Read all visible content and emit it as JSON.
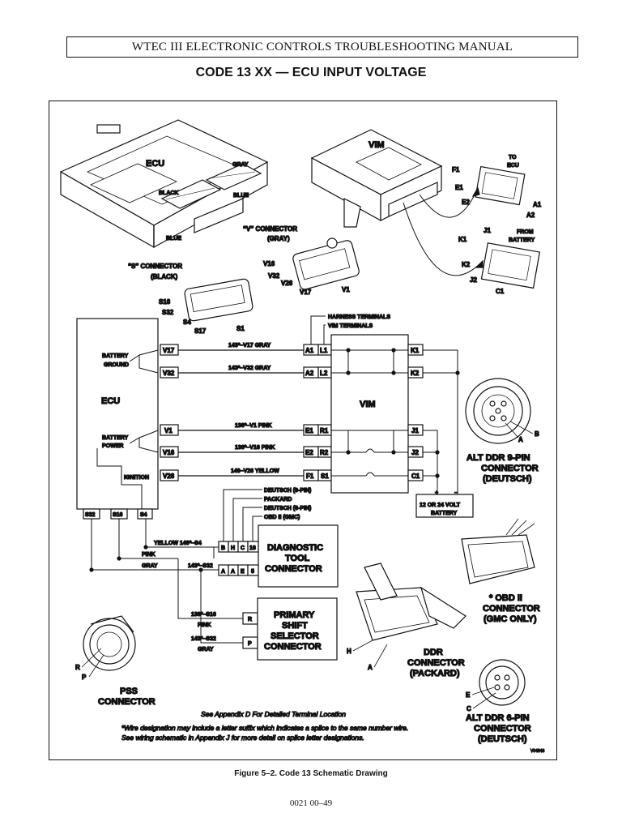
{
  "header": {
    "manual_title": "WTEC III ELECTRONIC CONTROLS TROUBLESHOOTING MANUAL",
    "code_title": "CODE 13 XX — ECU INPUT VOLTAGE"
  },
  "components": {
    "ecu": "ECU",
    "ecu_black": "BLACK",
    "ecu_gray": "GRAY",
    "ecu_blue": "BLUE",
    "ecu_blue2": "BLUE",
    "vim": "VIM",
    "v_connector_l1": "“V” CONNECTOR",
    "v_connector_l2": "(GRAY)",
    "s_connector_l1": "“S” CONNECTOR",
    "s_connector_l2": "(BLACK)",
    "to_ecu_l1": "TO",
    "to_ecu_l2": "ECU",
    "from_battery_l1": "FROM",
    "from_battery_l2": "BATTERY",
    "harness_terminals": "HARNESS TERMINALS",
    "vim_terminals": "VIM TERMINALS",
    "battery_ground_l1": "BATTERY",
    "battery_ground_l2": "GROUND",
    "battery_power_l1": "BATTERY",
    "battery_power_l2": "POWER",
    "ignition": "IGNITION",
    "battery_l1": "12 OR 24 VOLT",
    "battery_l2": "BATTERY",
    "plus": "+",
    "minus": "−",
    "diag_l1": "DIAGNOSTIC",
    "diag_l2": "TOOL",
    "diag_l3": "CONNECTOR",
    "pss_l1": "PRIMARY",
    "pss_l2": "SHIFT",
    "pss_l3": "SELECTOR",
    "pss_l4": "CONNECTOR",
    "pss_conn_l1": "PSS",
    "pss_conn_l2": "CONNECTOR",
    "alt9_l1": "ALT DDR 9-PIN",
    "alt9_l2": "CONNECTOR",
    "alt9_l3": "(DEUTSCH)",
    "obd_l1": "* OBD II",
    "obd_l2": "CONNECTOR",
    "obd_l3": "(GMC ONLY)",
    "ddr_l1": "DDR",
    "ddr_l2": "CONNECTOR",
    "ddr_l3": "(PACKARD)",
    "alt6_l1": "ALT DDR 6-PIN",
    "alt6_l2": "CONNECTOR",
    "alt6_l3": "(DEUTSCH)",
    "deutsch9": "DEUTSCH (9-PIN)",
    "packard": "PACKARD",
    "deutsch6": "DEUTSCH (6-PIN)",
    "obd_gmc": "OBD II (GMC)"
  },
  "pins": {
    "f1": "F1",
    "e1": "E1",
    "e2": "E2",
    "a1": "A1",
    "a2": "A2",
    "j1": "J1",
    "k1": "K1",
    "k2": "K2",
    "j2": "J2",
    "c1": "C1",
    "v16": "V16",
    "v32": "V32",
    "v26": "V26",
    "v17": "V17",
    "v1": "V1",
    "s16": "S16",
    "s32": "S32",
    "s4": "S4",
    "s17": "S17",
    "s1": "S1",
    "b": "B",
    "a": "A",
    "r": "R",
    "p": "P",
    "h": "H",
    "e": "E",
    "c": "C"
  },
  "ecu_terminals": [
    "V17",
    "V32",
    "V1",
    "V16",
    "V26"
  ],
  "ecu_bottom_terminals": [
    "S32",
    "S16",
    "S4"
  ],
  "wires": [
    {
      "label": "143*–V17  GRAY",
      "harness": "A1",
      "vim": "L1"
    },
    {
      "label": "143*–V32  GRAY",
      "harness": "A2",
      "vim": "L2"
    },
    {
      "label": "136*–V1  PINK",
      "harness": "E1",
      "vim": "R1"
    },
    {
      "label": "136*–V16  PINK",
      "harness": "E2",
      "vim": "R2"
    },
    {
      "label": "146–V26  YELLOW",
      "harness": "F1",
      "vim": "S1"
    }
  ],
  "vim_right_terminals": [
    "K1",
    "K2",
    "J1",
    "J2",
    "C1"
  ],
  "diag_wires": {
    "yellow": "YELLOW  146*–S4",
    "pink": "PINK",
    "gray": "GRAY",
    "gray143": "143*–S32",
    "pss_s16": "136*–S16",
    "pss_pink": "PINK",
    "pss_s32": "143*–S32",
    "pss_gray": "GRAY"
  },
  "diag_pins_top": [
    "B",
    "H",
    "C",
    "16"
  ],
  "diag_pins_bottom": [
    "A",
    "A",
    "E",
    "5"
  ],
  "pss_pins": [
    "R",
    "P"
  ],
  "notes": {
    "appendix_d": "See Appendix D For Detailed Terminal Location",
    "wire_note_l1": "*Wire designation may include a letter suffix which indicates a splice to the same number wire.",
    "wire_note_l2": "See wiring schematic in Appendix J for more detail on splice letter designations.",
    "drawing_id": "V04846"
  },
  "figure_caption": "Figure 5–2.  Code 13 Schematic Drawing",
  "page_number": "0021 00–49"
}
